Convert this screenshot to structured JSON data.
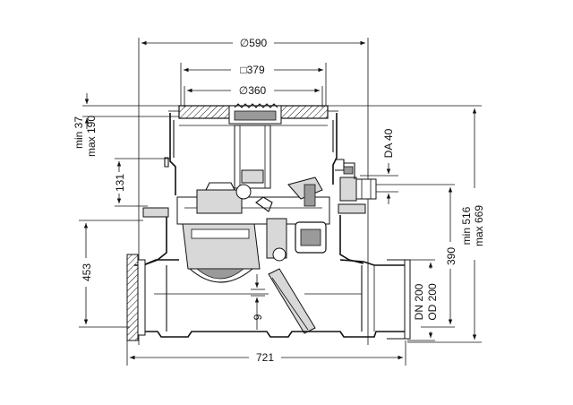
{
  "dimensions": {
    "d590": "∅590",
    "sq379": "□379",
    "d360": "∅360",
    "min37": "min 37",
    "max190": "max 190",
    "d131": "131",
    "da40": "DA 40",
    "d453": "453",
    "d390": "390",
    "min516": "min 516",
    "max669": "max 669",
    "dn200": "DN 200",
    "od200": "OD 200",
    "d9": "9",
    "d721": "721"
  }
}
